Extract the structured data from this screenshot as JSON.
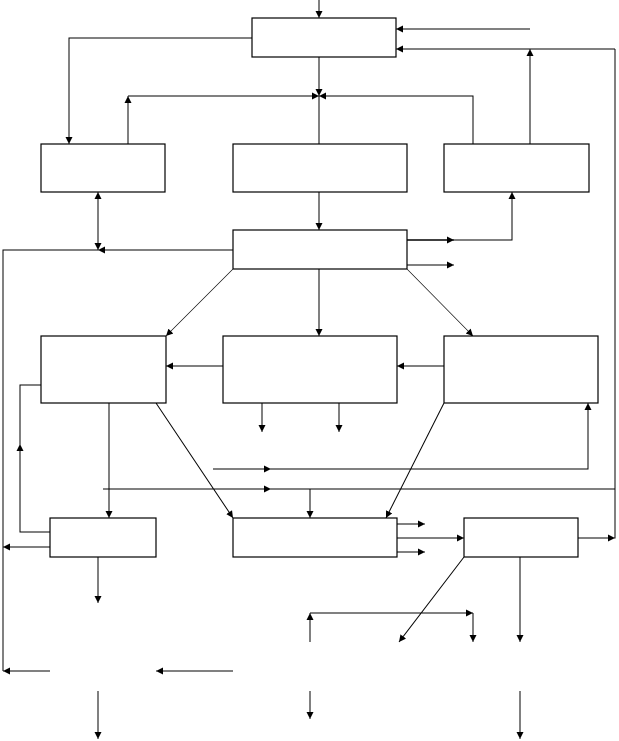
{
  "diagram": {
    "blocks": [
      {
        "id": "top-block",
        "label": ""
      },
      {
        "id": "left-block",
        "label": ""
      },
      {
        "id": "center-block",
        "label": ""
      },
      {
        "id": "right-block",
        "label": ""
      },
      {
        "id": "hub-block",
        "label": ""
      },
      {
        "id": "mid-left-block",
        "label": ""
      },
      {
        "id": "mid-center-block",
        "label": ""
      },
      {
        "id": "mid-right-block",
        "label": ""
      },
      {
        "id": "bottom-left-block",
        "label": ""
      },
      {
        "id": "bottom-center-block",
        "label": ""
      },
      {
        "id": "bottom-right-block",
        "label": ""
      }
    ],
    "line_color": "#000000",
    "background_color": "#ffffff"
  }
}
